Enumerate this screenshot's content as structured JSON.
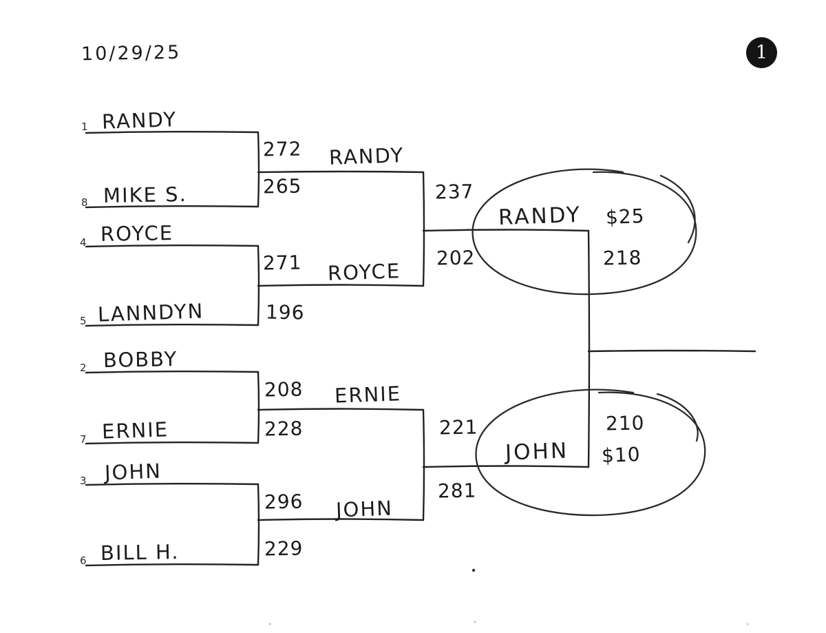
{
  "page": {
    "date": "10/29/25",
    "page_number": "1"
  },
  "colors": {
    "ink": "#1f1f1f",
    "paper": "#ffffff",
    "badge": "#141414"
  },
  "bracket": {
    "round1": [
      {
        "seed_top": "1",
        "name_top": "RANDY",
        "score_top": "272",
        "seed_bottom": "8",
        "name_bottom": "MIKE S.",
        "score_bottom": "265",
        "winner": "RANDY"
      },
      {
        "seed_top": "4",
        "name_top": "ROYCE",
        "score_top": "271",
        "seed_bottom": "5",
        "name_bottom": "LANNDYN",
        "score_bottom": "196",
        "winner": "ROYCE"
      },
      {
        "seed_top": "2",
        "name_top": "BOBBY",
        "score_top": "208",
        "seed_bottom": "7",
        "name_bottom": "ERNIE",
        "score_bottom": "228",
        "winner": "ERNIE"
      },
      {
        "seed_top": "3",
        "name_top": "JOHN",
        "score_top": "296",
        "seed_bottom": "6",
        "name_bottom": "BILL H.",
        "score_bottom": "229",
        "winner": "JOHN"
      }
    ],
    "semifinals": [
      {
        "score_top": "237",
        "score_bottom": "202",
        "winner": "RANDY",
        "prize": "$25",
        "final_game_score": "218"
      },
      {
        "score_top": "221",
        "score_bottom": "281",
        "winner": "JOHN",
        "prize": "$10",
        "final_game_score": "210"
      }
    ]
  }
}
